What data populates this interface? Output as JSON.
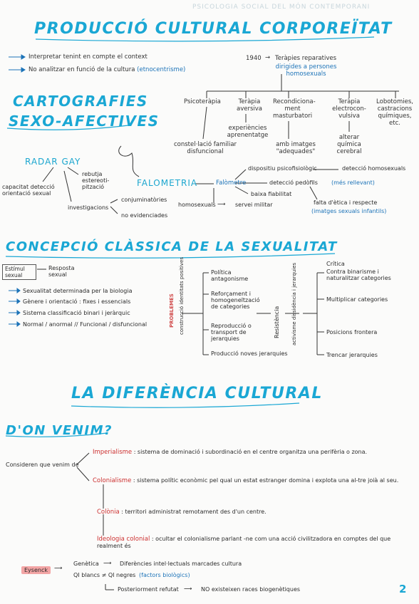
{
  "ghost_header": "PSICOLOGIA SOCIAL DEL MÓN CONTEMPORANI",
  "section1": {
    "title": "PRODUCCIÓ CULTURAL CORPOREÏTAT",
    "bullets": [
      "Interpretar tenint en compte el context",
      "No analitzar en funció de la cultura"
    ],
    "etnocentrisme": "(etnocentrisme)",
    "year": "1940",
    "terapies": "Teràpies reparatives",
    "terapies_sub": "dirigides a persones homosexuals",
    "methods": [
      "Psicoteràpia",
      "Teràpia aversiva",
      "Recondiciona-ment masturbatori",
      "Teràpia electrocon-vulsiva",
      "Lobotomies, castracions químiques, etc."
    ],
    "experiencies": "experiències aprenentatge",
    "constel": "constel·lació familiar disfuncional",
    "imatges": "amb imatges \"adequades\"",
    "alterar": "alterar química cerebral"
  },
  "section2": {
    "title_line1": "CARTOGRAFIES",
    "title_line2": "SEXO-AFECTIVES",
    "radar": "RADAR GAY",
    "capacitat": "capacitat detecció orientació sexual",
    "rebutja": "rebutja estereoti-pització",
    "investigacions": "investigacions",
    "conjumatories": "conjuminatòries",
    "no_evidenciades": "no evidenciades",
    "falometria": "FALOMETRIA",
    "falometre": "Falòmetre",
    "dispositiu": "dispositiu psicofisiològic",
    "deteccio_homo": "detecció homosexuals",
    "deteccio_pedofils": "detecció pedòfils",
    "mes_rellevant": "(més rellevant)",
    "baixa_fiabilitat": "baixa fiabilitat",
    "homosexuals": "homosexuals",
    "servei_militar": "servei militar",
    "falta_etica": "falta d'ètica i respecte",
    "imatges_sexuals": "(imatges sexuals infantils)"
  },
  "section3": {
    "title": "CONCEPCIÓ CLÀSSICA DE LA SEXUALITAT",
    "estimul": "Estímul sexual",
    "resposta": "Resposta sexual",
    "bullets": [
      "Sexualitat determinada per la biologia",
      "Gènere i orientació : fixes i essencials",
      "Sistema classificació binari i jeràrquic",
      "Normal / anormal  //  Funcional / disfuncional"
    ],
    "problemes": "PROBLEMES",
    "problemes_sub": "construcció identitats positives",
    "problems": [
      "Política antagonisme",
      "Reforçament i homogeneïtzació de categories",
      "Reproducció o transport de jerarquies",
      "Producció noves jerarquies"
    ],
    "resistencia": "Resistència",
    "activisme": "activisme dissidència i jerarquies",
    "critica": "Crítica",
    "critiques": [
      "Contra binarisme i naturalitzar categories",
      "Multiplicar categories",
      "Posicions frontera",
      "Trencar jerarquies"
    ]
  },
  "section4": {
    "title": "LA DIFERÈNCIA CULTURAL",
    "subtitle": "D'ON VENIM?",
    "consi": "Consideren que venim de",
    "items": [
      {
        "term": "Imperialisme",
        "def": ": sistema de dominació i subordinació en el centre organitza una perifèria o zona."
      },
      {
        "term": "Colonialisme",
        "def": ": sistema polític econòmic pel qual un estat estranger domina i explota una al-tre joià al seu."
      },
      {
        "term": "Colònia",
        "def": ": territori administrat remotament des d'un centre."
      },
      {
        "term": "Ideologia colonial",
        "def": ": ocultar el colonialisme parlant -ne com una acció civilitzadora en comptes del que realment és"
      }
    ],
    "eysenck": "Eysenck",
    "genetica": "Genètica",
    "diferencies": "Diferències intel·lectuals marcades cultura",
    "qi": "QI blancs ≠ QI negres",
    "factors": "(factors biològics)",
    "refutat": "Posteriorment refutat",
    "no_races": "NO existeixen races biogenètiques"
  },
  "page_number": "2"
}
